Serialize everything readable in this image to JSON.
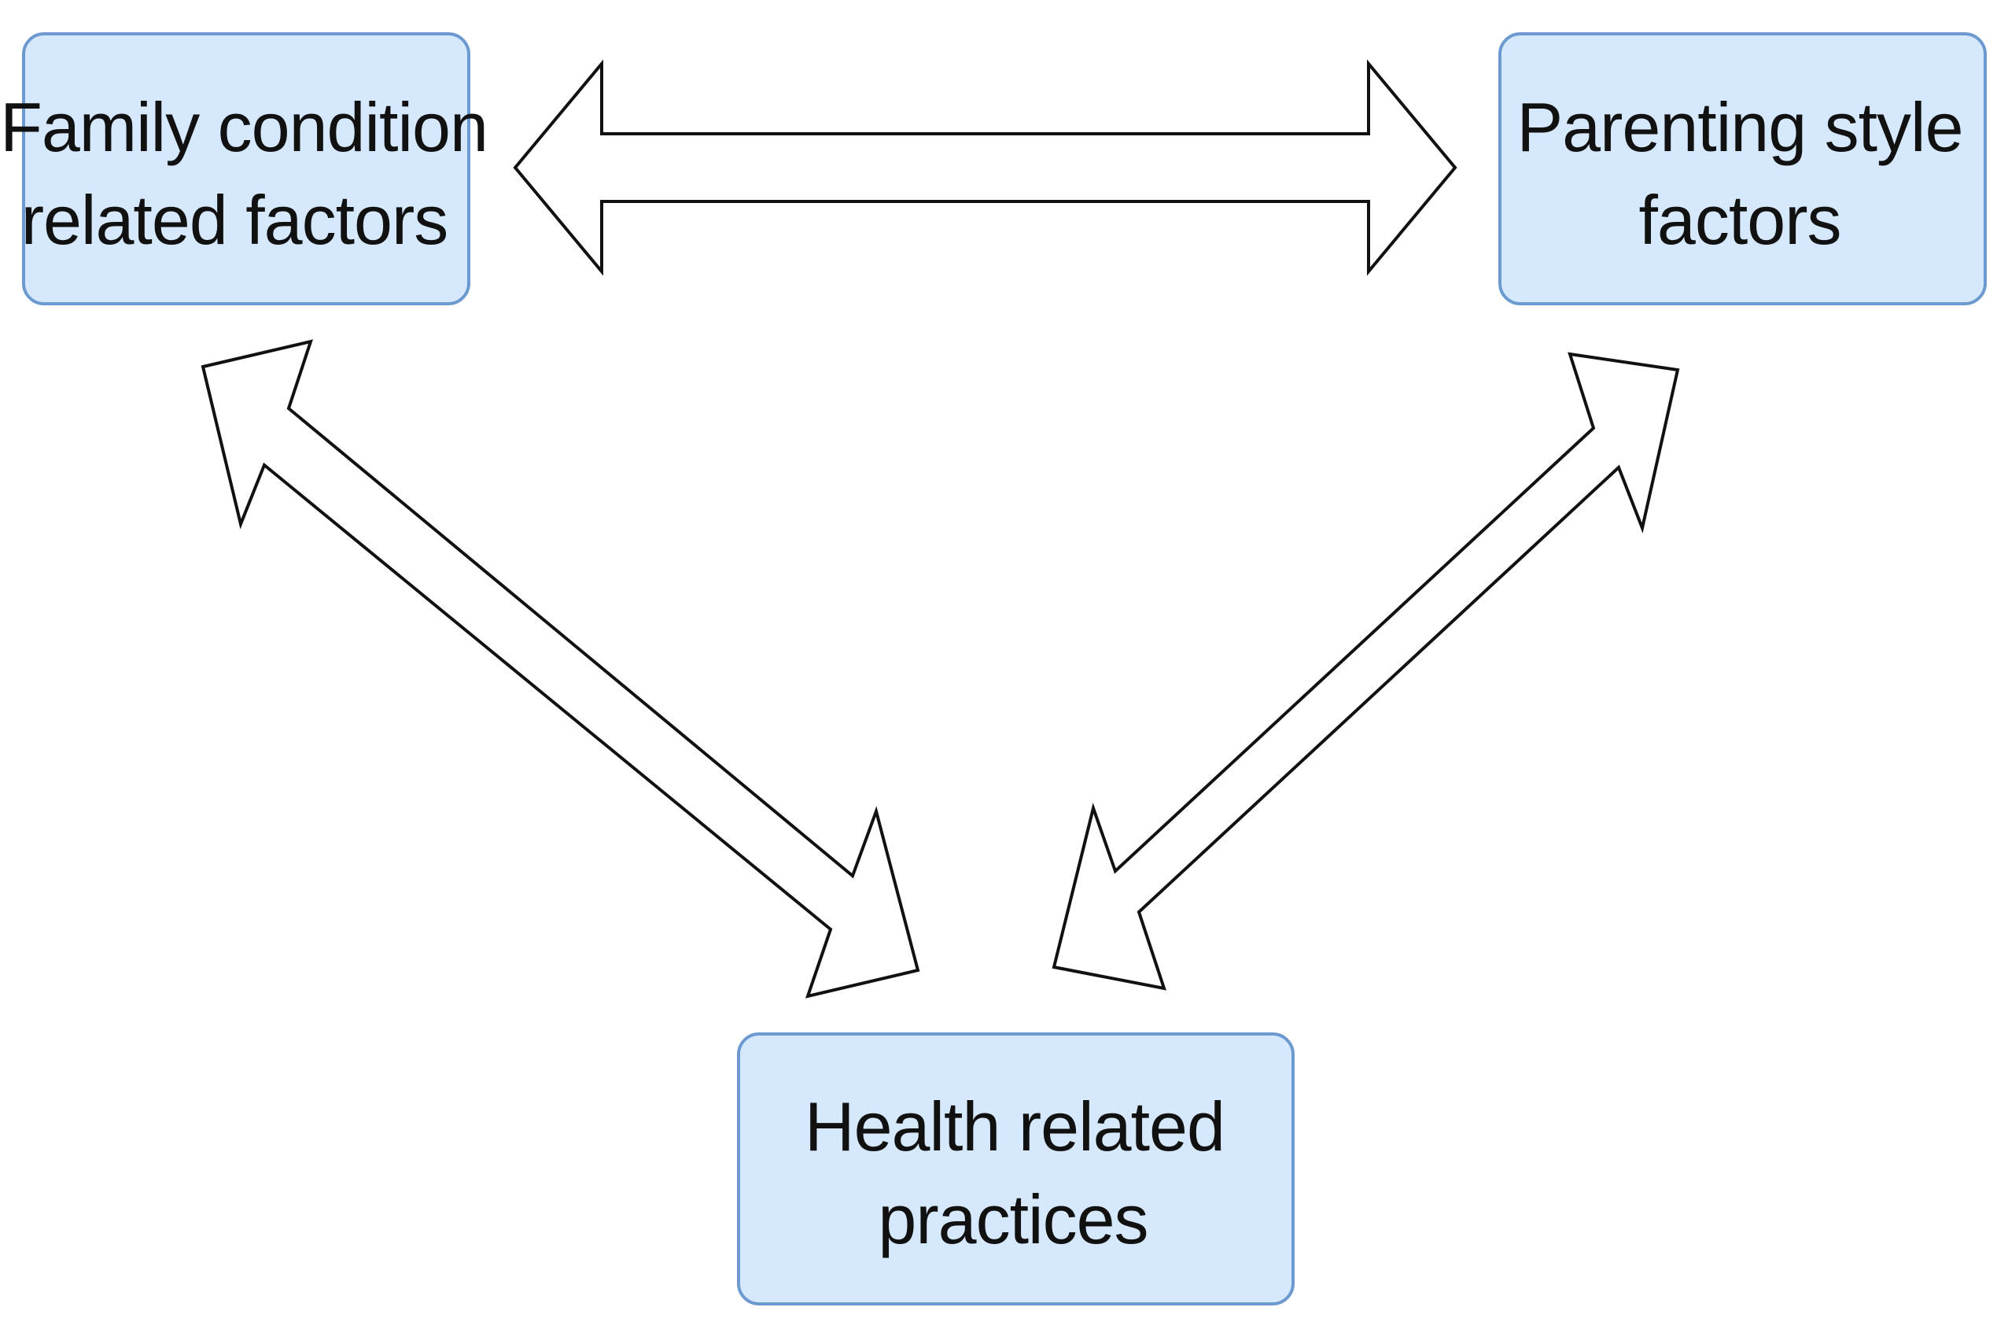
{
  "nodes": {
    "family": {
      "line1": "Family condition",
      "line2": "related factors"
    },
    "parenting": {
      "line1": "Parenting style",
      "line2": "factors"
    },
    "health": {
      "line1": "Health related",
      "line2": "practices"
    }
  },
  "colors": {
    "box_fill": "#d6e8fb",
    "box_stroke": "#6c9ad0",
    "arrow_fill": "#ffffff",
    "arrow_stroke": "#111111",
    "text": "#111111"
  },
  "connections": [
    {
      "from": "family",
      "to": "parenting",
      "type": "bidirectional"
    },
    {
      "from": "family",
      "to": "health",
      "type": "bidirectional"
    },
    {
      "from": "parenting",
      "to": "health",
      "type": "bidirectional"
    }
  ]
}
